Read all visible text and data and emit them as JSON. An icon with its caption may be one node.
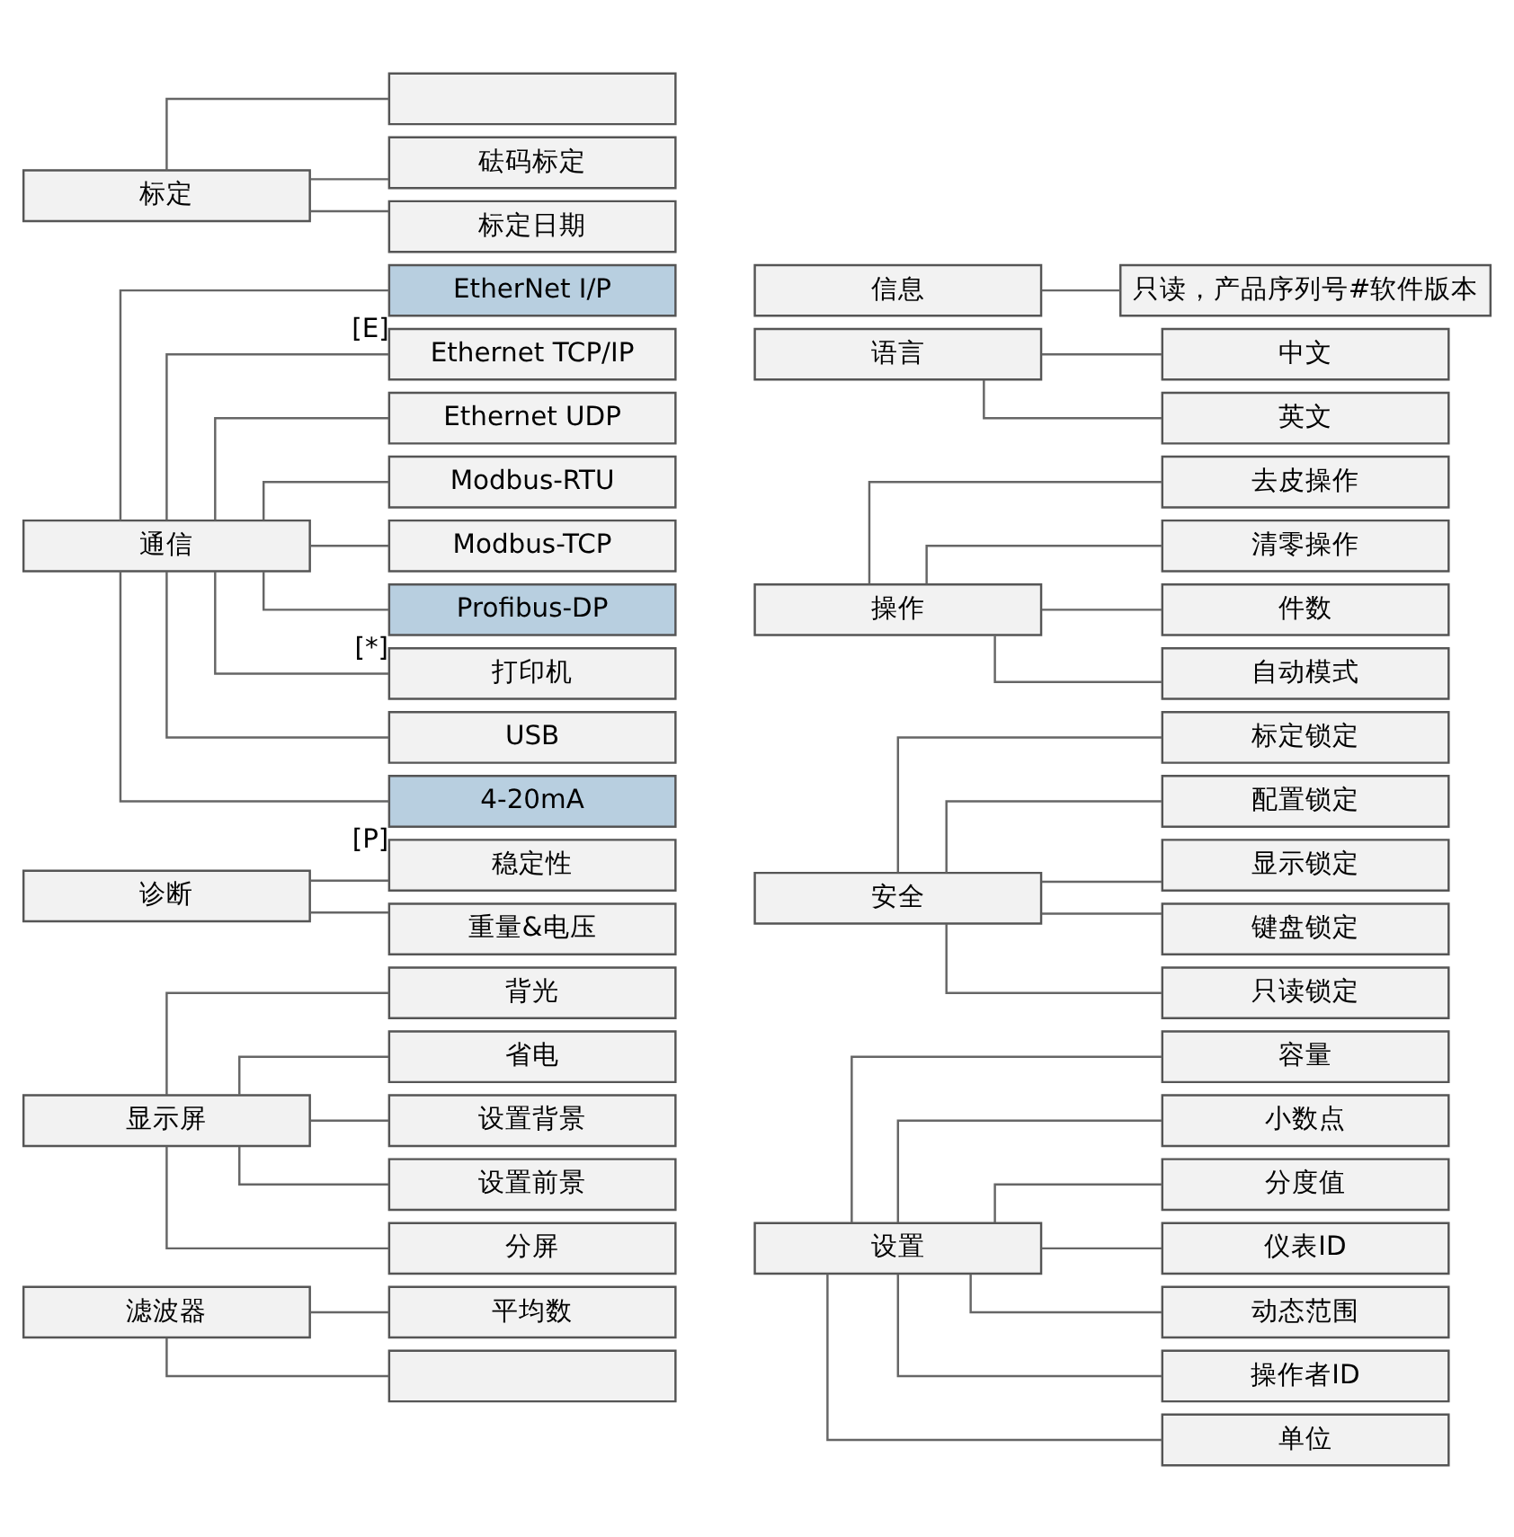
{
  "diagram": {
    "nodes": [
      {
        "text": [
          "标定"
        ]
      },
      {
        "text": [],
        "shape": "box"
      },
      {
        "text": [
          "砝码标定"
        ]
      },
      {
        "text": [
          "标定日期"
        ]
      },
      {
        "text": [
          "通信"
        ]
      },
      {
        "text": [
          "EtherNet I/P"
        ],
        "beside": [
          "[E]"
        ]
      },
      {
        "text": [
          "Ethernet TCP/IP"
        ]
      },
      {
        "text": [
          "Ethernet UDP"
        ]
      },
      {
        "text": [
          "Modbus-RTU"
        ]
      },
      {
        "text": [
          "Modbus-TCP"
        ]
      },
      {
        "text": [
          "Profibus-DP"
        ],
        "beside": [
          "[*]"
        ]
      },
      {
        "text": [
          "打印机"
        ]
      },
      {
        "text": [
          "USB"
        ]
      },
      {
        "text": [
          "4-20mA"
        ],
        "beside": [
          "[P]"
        ]
      },
      {
        "text": [
          "诊断"
        ]
      },
      {
        "text": [
          "稳定性"
        ]
      },
      {
        "text": [
          "重量&电压"
        ]
      },
      {
        "text": [
          "显示屏"
        ]
      },
      {
        "text": [
          "背光"
        ]
      },
      {
        "text": [
          "省电"
        ]
      },
      {
        "text": [
          "设置背景"
        ]
      },
      {
        "text": [
          "设置前景"
        ]
      },
      {
        "text": [
          "分屏"
        ]
      },
      {
        "text": [
          "滤波器"
        ]
      },
      {
        "text": [
          "平均数"
        ]
      },
      {
        "text": [],
        "shape": "box"
      },
      {
        "text": [
          "信息"
        ]
      },
      {
        "text": [
          "只读，产品序列号#软件版本"
        ]
      },
      {
        "text": [
          "语言"
        ]
      },
      {
        "text": [
          "中文"
        ]
      },
      {
        "text": [
          "英文"
        ]
      },
      {
        "text": [
          "操作"
        ]
      },
      {
        "text": [
          "去皮操作"
        ]
      },
      {
        "text": [
          "清零操作"
        ]
      },
      {
        "text": [
          "件数"
        ]
      },
      {
        "text": [
          "自动模式"
        ]
      },
      {
        "text": [
          "安全"
        ]
      },
      {
        "text": [
          "标定锁定"
        ]
      },
      {
        "text": [
          "配置锁定"
        ]
      },
      {
        "text": [
          "显示锁定"
        ]
      },
      {
        "text": [
          "键盘锁定"
        ]
      },
      {
        "text": [
          "只读锁定"
        ]
      },
      {
        "text": [
          "设置"
        ]
      },
      {
        "text": [
          "容量"
        ]
      },
      {
        "text": [
          "小数点"
        ]
      },
      {
        "text": [
          "分度值"
        ]
      },
      {
        "text": [
          "仪表ID"
        ]
      },
      {
        "text": [
          "动态范围"
        ]
      },
      {
        "text": [
          "操作者ID"
        ]
      },
      {
        "text": [
          "单位"
        ]
      }
    ],
    "edges": [
      {
        "from": 0,
        "to": 1,
        "arrow": "none"
      },
      {
        "from": 0,
        "to": 2,
        "arrow": "none"
      },
      {
        "from": 0,
        "to": 3,
        "arrow": "none"
      },
      {
        "from": 4,
        "to": 5,
        "arrow": "none"
      },
      {
        "from": 4,
        "to": 6,
        "arrow": "none"
      },
      {
        "from": 4,
        "to": 7,
        "arrow": "none"
      },
      {
        "from": 4,
        "to": 8,
        "arrow": "none"
      },
      {
        "from": 4,
        "to": 9,
        "arrow": "none"
      },
      {
        "from": 4,
        "to": 10,
        "arrow": "none"
      },
      {
        "from": 4,
        "to": 11,
        "arrow": "none"
      },
      {
        "from": 4,
        "to": 12,
        "arrow": "none"
      },
      {
        "from": 4,
        "to": 13,
        "arrow": "none"
      },
      {
        "from": 14,
        "to": 15,
        "arrow": "none"
      },
      {
        "from": 14,
        "to": 16,
        "arrow": "none"
      },
      {
        "from": 17,
        "to": 18,
        "arrow": "none"
      },
      {
        "from": 17,
        "to": 19,
        "arrow": "none"
      },
      {
        "from": 17,
        "to": 20,
        "arrow": "none"
      },
      {
        "from": 17,
        "to": 21,
        "arrow": "none"
      },
      {
        "from": 17,
        "to": 22,
        "arrow": "none"
      },
      {
        "from": 23,
        "to": 24,
        "arrow": "none"
      },
      {
        "from": 23,
        "to": 25,
        "arrow": "none"
      },
      {
        "from": 26,
        "to": 27,
        "arrow": "none"
      },
      {
        "from": 28,
        "to": 29,
        "arrow": "none"
      },
      {
        "from": 28,
        "to": 30,
        "arrow": "none"
      },
      {
        "from": 31,
        "to": 32,
        "arrow": "none"
      },
      {
        "from": 31,
        "to": 33,
        "arrow": "none"
      },
      {
        "from": 31,
        "to": 34,
        "arrow": "none"
      },
      {
        "from": 31,
        "to": 35,
        "arrow": "none"
      },
      {
        "from": 36,
        "to": 37,
        "arrow": "none"
      },
      {
        "from": 36,
        "to": 38,
        "arrow": "none"
      },
      {
        "from": 36,
        "to": 39,
        "arrow": "none"
      },
      {
        "from": 36,
        "to": 40,
        "arrow": "none"
      },
      {
        "from": 36,
        "to": 41,
        "arrow": "none"
      },
      {
        "from": 42,
        "to": 43,
        "arrow": "none"
      },
      {
        "from": 42,
        "to": 44,
        "arrow": "none"
      },
      {
        "from": 42,
        "to": 45,
        "arrow": "none"
      },
      {
        "from": 42,
        "to": 46,
        "arrow": "none"
      },
      {
        "from": 42,
        "to": 47,
        "arrow": "none"
      },
      {
        "from": 42,
        "to": 48,
        "arrow": "none"
      },
      {
        "from": 42,
        "to": 49,
        "arrow": "none"
      }
    ]
  }
}
